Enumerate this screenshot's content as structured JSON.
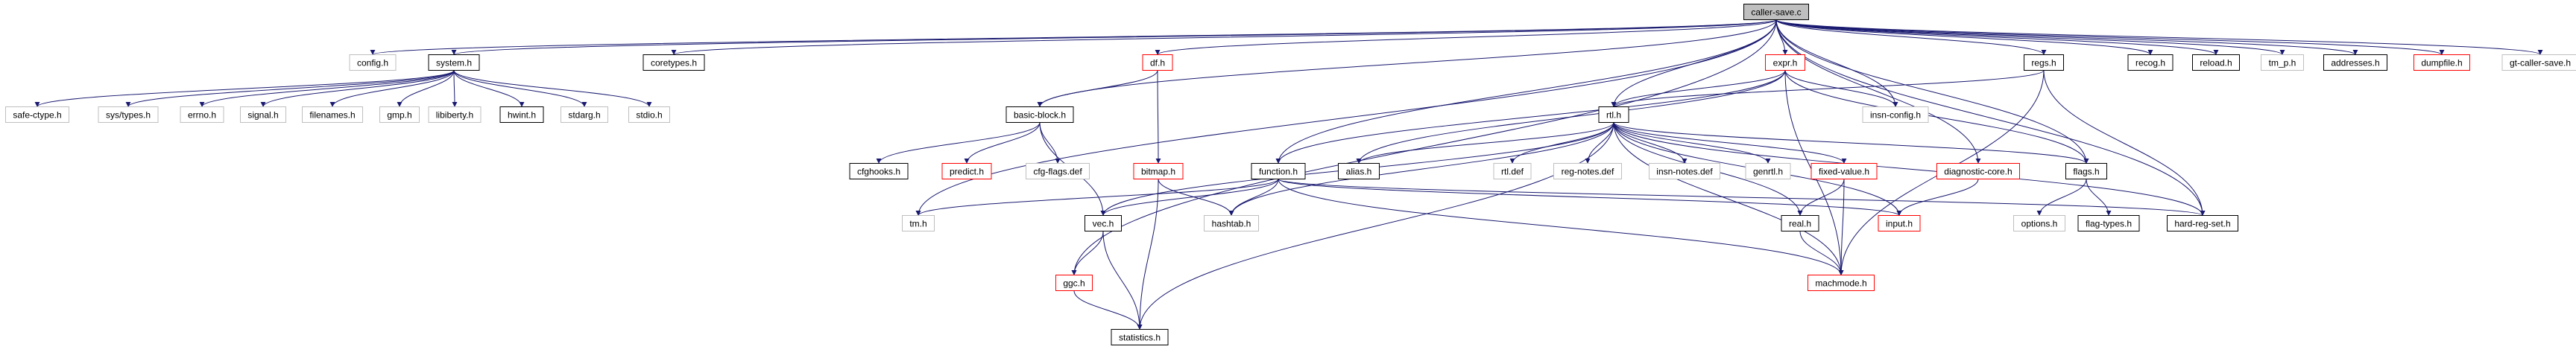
{
  "graph": {
    "edge_color": "#191970",
    "root_fill": "#bfbfbf",
    "style_colors": {
      "documented": "#000000",
      "truncated": "#ff0000",
      "undocumented": "#bfbfbf"
    },
    "nodes": [
      {
        "id": "caller-save",
        "label": "caller-save.c",
        "style": "root"
      },
      {
        "id": "config",
        "label": "config.h",
        "style": "undocumented"
      },
      {
        "id": "system",
        "label": "system.h",
        "style": "documented"
      },
      {
        "id": "coretypes",
        "label": "coretypes.h",
        "style": "documented"
      },
      {
        "id": "df",
        "label": "df.h",
        "style": "truncated"
      },
      {
        "id": "expr",
        "label": "expr.h",
        "style": "truncated"
      },
      {
        "id": "regs",
        "label": "regs.h",
        "style": "documented"
      },
      {
        "id": "recog",
        "label": "recog.h",
        "style": "documented"
      },
      {
        "id": "reload",
        "label": "reload.h",
        "style": "documented"
      },
      {
        "id": "tm_p",
        "label": "tm_p.h",
        "style": "undocumented"
      },
      {
        "id": "addresses",
        "label": "addresses.h",
        "style": "documented"
      },
      {
        "id": "dumpfile",
        "label": "dumpfile.h",
        "style": "truncated"
      },
      {
        "id": "gt-caller-save",
        "label": "gt-caller-save.h",
        "style": "undocumented"
      },
      {
        "id": "safe-ctype",
        "label": "safe-ctype.h",
        "style": "undocumented"
      },
      {
        "id": "sys-types",
        "label": "sys/types.h",
        "style": "undocumented"
      },
      {
        "id": "errno",
        "label": "errno.h",
        "style": "undocumented"
      },
      {
        "id": "signal",
        "label": "signal.h",
        "style": "undocumented"
      },
      {
        "id": "filenames",
        "label": "filenames.h",
        "style": "undocumented"
      },
      {
        "id": "gmp",
        "label": "gmp.h",
        "style": "undocumented"
      },
      {
        "id": "libiberty",
        "label": "libiberty.h",
        "style": "undocumented"
      },
      {
        "id": "hwint",
        "label": "hwint.h",
        "style": "documented"
      },
      {
        "id": "stdarg",
        "label": "stdarg.h",
        "style": "undocumented"
      },
      {
        "id": "stdio",
        "label": "stdio.h",
        "style": "undocumented"
      },
      {
        "id": "basic-block",
        "label": "basic-block.h",
        "style": "documented"
      },
      {
        "id": "insn-config",
        "label": "insn-config.h",
        "style": "undocumented"
      },
      {
        "id": "rtl",
        "label": "rtl.h",
        "style": "documented"
      },
      {
        "id": "cfghooks",
        "label": "cfghooks.h",
        "style": "documented"
      },
      {
        "id": "predict",
        "label": "predict.h",
        "style": "truncated"
      },
      {
        "id": "cfg-flags",
        "label": "cfg-flags.def",
        "style": "undocumented"
      },
      {
        "id": "bitmap",
        "label": "bitmap.h",
        "style": "truncated"
      },
      {
        "id": "function",
        "label": "function.h",
        "style": "documented"
      },
      {
        "id": "alias",
        "label": "alias.h",
        "style": "documented"
      },
      {
        "id": "rtl-def",
        "label": "rtl.def",
        "style": "undocumented"
      },
      {
        "id": "reg-notes",
        "label": "reg-notes.def",
        "style": "undocumented"
      },
      {
        "id": "insn-notes",
        "label": "insn-notes.def",
        "style": "undocumented"
      },
      {
        "id": "genrtl",
        "label": "genrtl.h",
        "style": "undocumented"
      },
      {
        "id": "fixed-value",
        "label": "fixed-value.h",
        "style": "truncated"
      },
      {
        "id": "diagnostic-core",
        "label": "diagnostic-core.h",
        "style": "truncated"
      },
      {
        "id": "flags",
        "label": "flags.h",
        "style": "documented"
      },
      {
        "id": "tm",
        "label": "tm.h",
        "style": "undocumented"
      },
      {
        "id": "vec",
        "label": "vec.h",
        "style": "documented"
      },
      {
        "id": "hashtab",
        "label": "hashtab.h",
        "style": "undocumented"
      },
      {
        "id": "real",
        "label": "real.h",
        "style": "documented"
      },
      {
        "id": "input",
        "label": "input.h",
        "style": "truncated"
      },
      {
        "id": "options",
        "label": "options.h",
        "style": "undocumented"
      },
      {
        "id": "flag-types",
        "label": "flag-types.h",
        "style": "documented"
      },
      {
        "id": "hard-reg-set",
        "label": "hard-reg-set.h",
        "style": "documented"
      },
      {
        "id": "ggc",
        "label": "ggc.h",
        "style": "truncated"
      },
      {
        "id": "machmode",
        "label": "machmode.h",
        "style": "truncated"
      },
      {
        "id": "statistics",
        "label": "statistics.h",
        "style": "documented"
      }
    ],
    "edges": [
      [
        "caller-save",
        "config"
      ],
      [
        "caller-save",
        "system"
      ],
      [
        "caller-save",
        "coretypes"
      ],
      [
        "caller-save",
        "df"
      ],
      [
        "caller-save",
        "expr"
      ],
      [
        "caller-save",
        "regs"
      ],
      [
        "caller-save",
        "recog"
      ],
      [
        "caller-save",
        "reload"
      ],
      [
        "caller-save",
        "tm_p"
      ],
      [
        "caller-save",
        "addresses"
      ],
      [
        "caller-save",
        "dumpfile"
      ],
      [
        "caller-save",
        "gt-caller-save"
      ],
      [
        "caller-save",
        "rtl"
      ],
      [
        "caller-save",
        "insn-config"
      ],
      [
        "caller-save",
        "flags"
      ],
      [
        "caller-save",
        "diagnostic-core"
      ],
      [
        "caller-save",
        "hard-reg-set"
      ],
      [
        "caller-save",
        "function"
      ],
      [
        "caller-save",
        "basic-block"
      ],
      [
        "caller-save",
        "tm"
      ],
      [
        "caller-save",
        "ggc"
      ],
      [
        "system",
        "safe-ctype"
      ],
      [
        "system",
        "sys-types"
      ],
      [
        "system",
        "errno"
      ],
      [
        "system",
        "signal"
      ],
      [
        "system",
        "filenames"
      ],
      [
        "system",
        "gmp"
      ],
      [
        "system",
        "libiberty"
      ],
      [
        "system",
        "hwint"
      ],
      [
        "system",
        "stdarg"
      ],
      [
        "system",
        "stdio"
      ],
      [
        "df",
        "basic-block"
      ],
      [
        "df",
        "bitmap"
      ],
      [
        "basic-block",
        "cfghooks"
      ],
      [
        "basic-block",
        "predict"
      ],
      [
        "basic-block",
        "cfg-flags"
      ],
      [
        "basic-block",
        "vec"
      ],
      [
        "expr",
        "insn-config"
      ],
      [
        "expr",
        "rtl"
      ],
      [
        "expr",
        "function"
      ],
      [
        "expr",
        "flags"
      ],
      [
        "expr",
        "alias"
      ],
      [
        "expr",
        "machmode"
      ],
      [
        "regs",
        "rtl"
      ],
      [
        "regs",
        "hard-reg-set"
      ],
      [
        "regs",
        "machmode"
      ],
      [
        "rtl",
        "rtl-def"
      ],
      [
        "rtl",
        "reg-notes"
      ],
      [
        "rtl",
        "insn-notes"
      ],
      [
        "rtl",
        "genrtl"
      ],
      [
        "rtl",
        "fixed-value"
      ],
      [
        "rtl",
        "alias"
      ],
      [
        "rtl",
        "flags"
      ],
      [
        "rtl",
        "hashtab"
      ],
      [
        "rtl",
        "statistics"
      ],
      [
        "rtl",
        "input"
      ],
      [
        "rtl",
        "real"
      ],
      [
        "rtl",
        "machmode"
      ],
      [
        "rtl",
        "vec"
      ],
      [
        "rtl",
        "hard-reg-set"
      ],
      [
        "bitmap",
        "hashtab"
      ],
      [
        "bitmap",
        "statistics"
      ],
      [
        "function",
        "vec"
      ],
      [
        "function",
        "hashtab"
      ],
      [
        "function",
        "tm"
      ],
      [
        "function",
        "hard-reg-set"
      ],
      [
        "function",
        "input"
      ],
      [
        "function",
        "machmode"
      ],
      [
        "vec",
        "ggc"
      ],
      [
        "vec",
        "statistics"
      ],
      [
        "ggc",
        "statistics"
      ],
      [
        "fixed-value",
        "real"
      ],
      [
        "fixed-value",
        "machmode"
      ],
      [
        "real",
        "machmode"
      ],
      [
        "diagnostic-core",
        "input"
      ],
      [
        "flags",
        "options"
      ],
      [
        "flags",
        "flag-types"
      ]
    ]
  }
}
